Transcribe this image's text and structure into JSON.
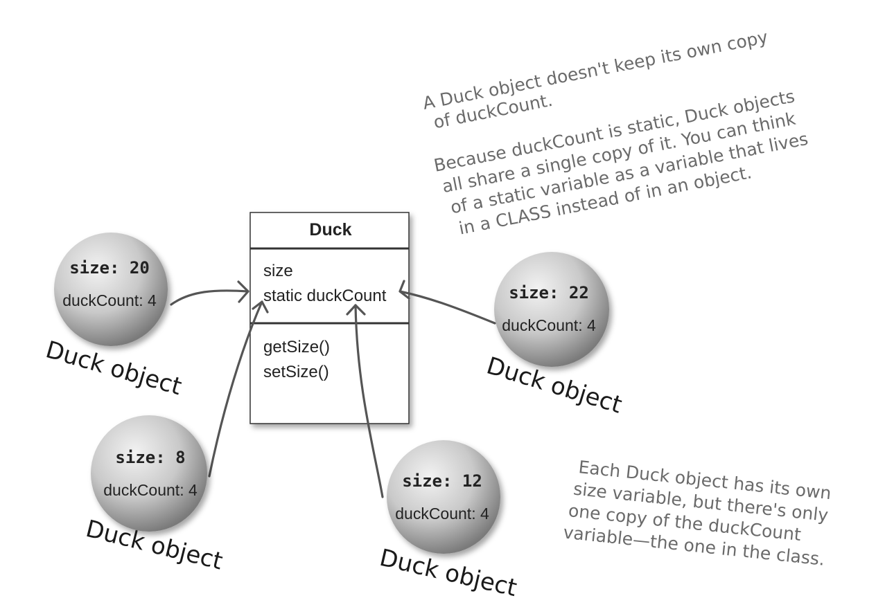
{
  "notes": {
    "top_line1": "A Duck object doesn't keep its own copy",
    "top_line2": "of duckCount.",
    "mid_line1": "Because duckCount is static, Duck objects",
    "mid_line2": "all share a single copy of it. You can think",
    "mid_line3": "of a static variable as a variable that lives",
    "mid_line4": "in a CLASS instead of in an object.",
    "bottom_line1": "Each Duck object has its own",
    "bottom_line2": "size variable, but there's only",
    "bottom_line3": "one copy of the duckCount",
    "bottom_line4": "variable—the one in the class."
  },
  "uml": {
    "class_name": "Duck",
    "fields": [
      "size",
      "static duckCount"
    ],
    "methods": [
      "getSize()",
      "setSize()"
    ]
  },
  "objects": [
    {
      "size_label": "size: 20",
      "count_label": "duckCount: 4",
      "caption": "Duck object"
    },
    {
      "size_label": "size: 22",
      "count_label": "duckCount: 4",
      "caption": "Duck object"
    },
    {
      "size_label": "size: 8",
      "count_label": "duckCount: 4",
      "caption": "Duck object"
    },
    {
      "size_label": "size: 12",
      "count_label": "duckCount: 4",
      "caption": "Duck object"
    }
  ],
  "colors": {
    "ink": "#222222",
    "note": "#6a6a6a",
    "sphere_light": "#e6e6e6",
    "sphere_dark": "#7a7a7a"
  }
}
